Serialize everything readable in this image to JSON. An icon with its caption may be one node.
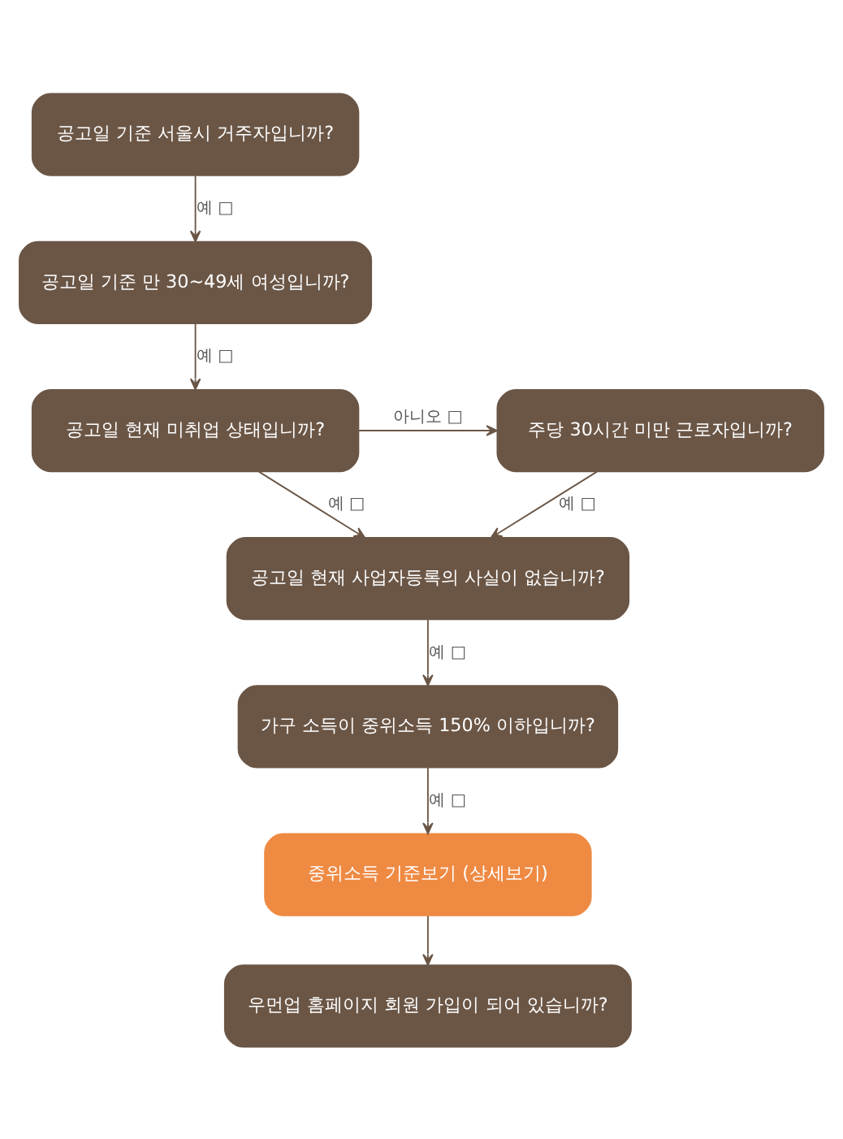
{
  "diagram": {
    "nodes": [
      {
        "text": [
          "공고일 기준 서울시 거주자입니까?"
        ]
      },
      {
        "text": [
          "공고일 기준 만 30~49세 여성입니까?"
        ]
      },
      {
        "text": [
          "공고일 현재 미취업 상태입니까?"
        ]
      },
      {
        "text": [
          "주당 30시간 미만 근로자입니까?"
        ]
      },
      {
        "text": [
          "공고일 현재 사업자등록의 사실이 없습니까?"
        ]
      },
      {
        "text": [
          "가구 소득이 중위소득 150% 이하입니까?"
        ]
      },
      {
        "text": [
          "중위소득 기준보기 (상세보기)"
        ]
      },
      {
        "text": [
          "우먼업 홈페이지 회원 가입이 되어 있습니까?"
        ]
      }
    ],
    "edges": [
      {
        "from": 0,
        "to": 1,
        "arrow": "to",
        "label": "예 □"
      },
      {
        "from": 1,
        "to": 2,
        "arrow": "to",
        "label": "예 □"
      },
      {
        "from": 2,
        "to": 3,
        "arrow": "to",
        "label": "아니오 □"
      },
      {
        "from": 2,
        "to": 4,
        "arrow": "to",
        "label": "예 □"
      },
      {
        "from": 3,
        "to": 4,
        "arrow": "to",
        "label": "예 □"
      },
      {
        "from": 4,
        "to": 5,
        "arrow": "to",
        "label": "예 □"
      },
      {
        "from": 5,
        "to": 6,
        "arrow": "to",
        "label": "예 □"
      },
      {
        "from": 6,
        "to": 7,
        "arrow": "to"
      }
    ]
  }
}
